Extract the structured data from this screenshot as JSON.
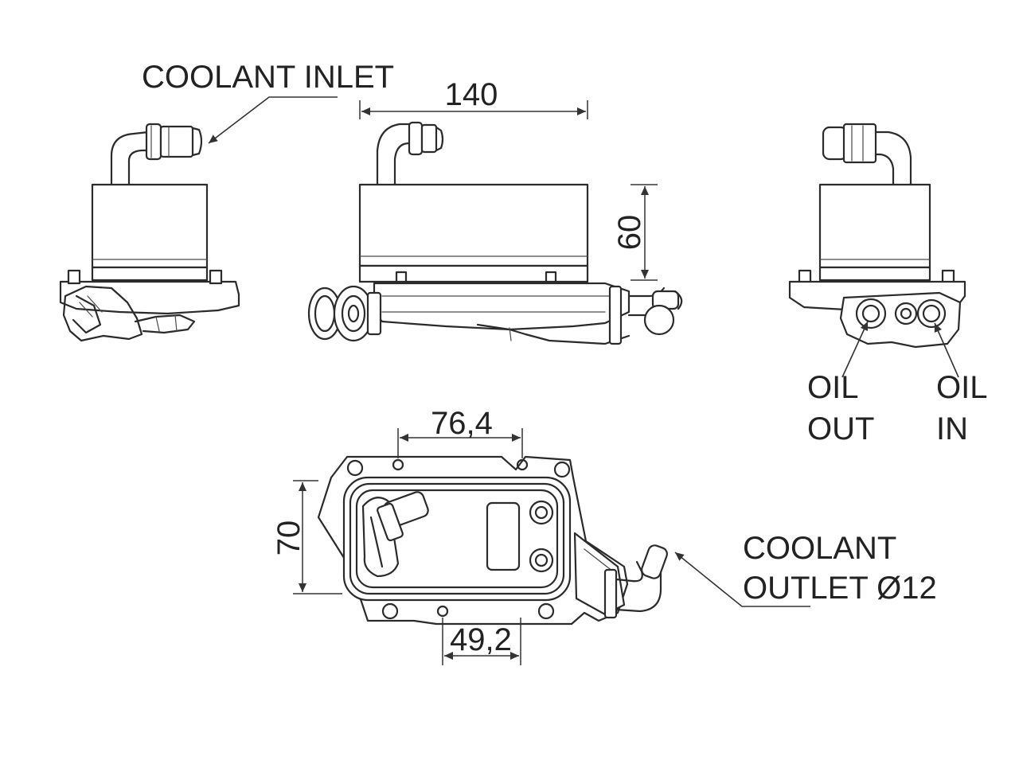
{
  "labels": {
    "coolant_inlet": "COOLANT INLET",
    "coolant_outlet_line1": "COOLANT",
    "coolant_outlet_line2": "OUTLET Ø12",
    "oil_out_line1": "OIL",
    "oil_out_line2": "OUT",
    "oil_in_line1": "OIL",
    "oil_in_line2": "IN"
  },
  "dimensions": {
    "length": "140",
    "height": "60",
    "width": "70",
    "top_hole_spacing": "76,4",
    "bottom_hole_spacing": "49,2"
  },
  "colors": {
    "line": "#2b2b2b",
    "background": "#ffffff"
  }
}
